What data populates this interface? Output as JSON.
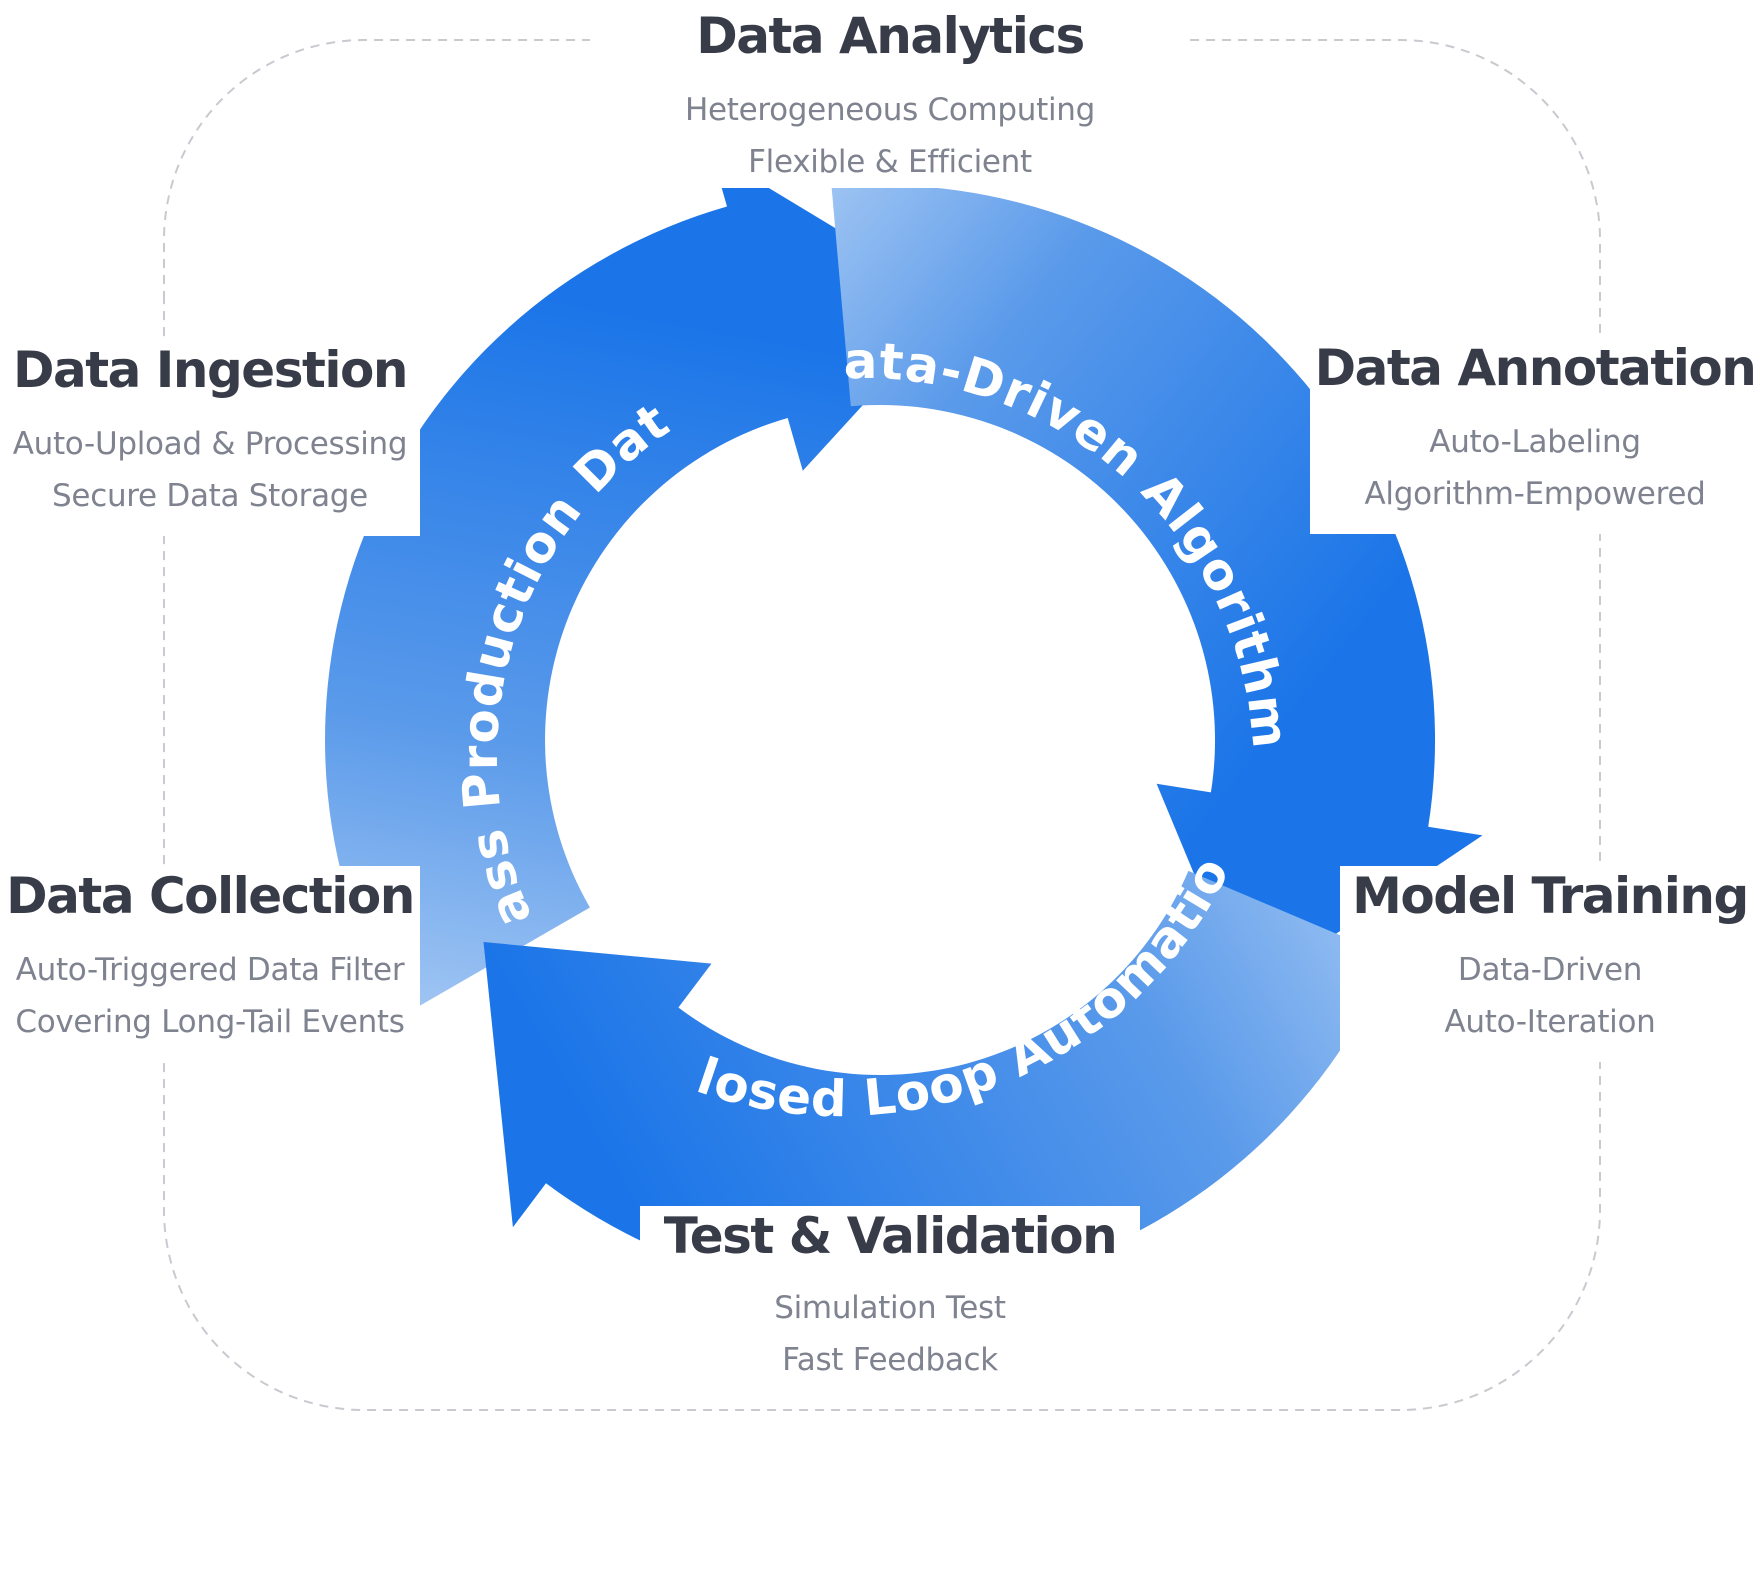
{
  "stages": [
    {
      "id": "analytics",
      "title": "Data Analytics",
      "lines": [
        "Heterogeneous Computing",
        "Flexible & Efficient"
      ]
    },
    {
      "id": "annotation",
      "title": "Data Annotation",
      "lines": [
        "Auto-Labeling",
        "Algorithm-Empowered"
      ]
    },
    {
      "id": "training",
      "title": "Model Training",
      "lines": [
        "Data-Driven",
        "Auto-Iteration"
      ]
    },
    {
      "id": "validation",
      "title": "Test & Validation",
      "lines": [
        "Simulation Test",
        "Fast Feedback"
      ]
    },
    {
      "id": "collection",
      "title": "Data Collection",
      "lines": [
        "Auto-Triggered Data Filter",
        "Covering Long-Tail Events"
      ]
    },
    {
      "id": "ingestion",
      "title": "Data Ingestion",
      "lines": [
        "Auto-Upload & Processing",
        "Secure Data Storage"
      ]
    }
  ],
  "cycle": {
    "arrows": [
      {
        "id": "mass-production",
        "label": "Mass Production Data"
      },
      {
        "id": "data-driven",
        "label": "Data-Driven Algorithms"
      },
      {
        "id": "closed-loop",
        "label": "Closed Loop Automation"
      }
    ]
  },
  "colors": {
    "arrow_solid": "#1b75e8",
    "arrow_light": "#b3d1f5",
    "title_text": "#383c48",
    "subtitle_text": "#7f8390",
    "dashed_border": "#c8cad0"
  }
}
